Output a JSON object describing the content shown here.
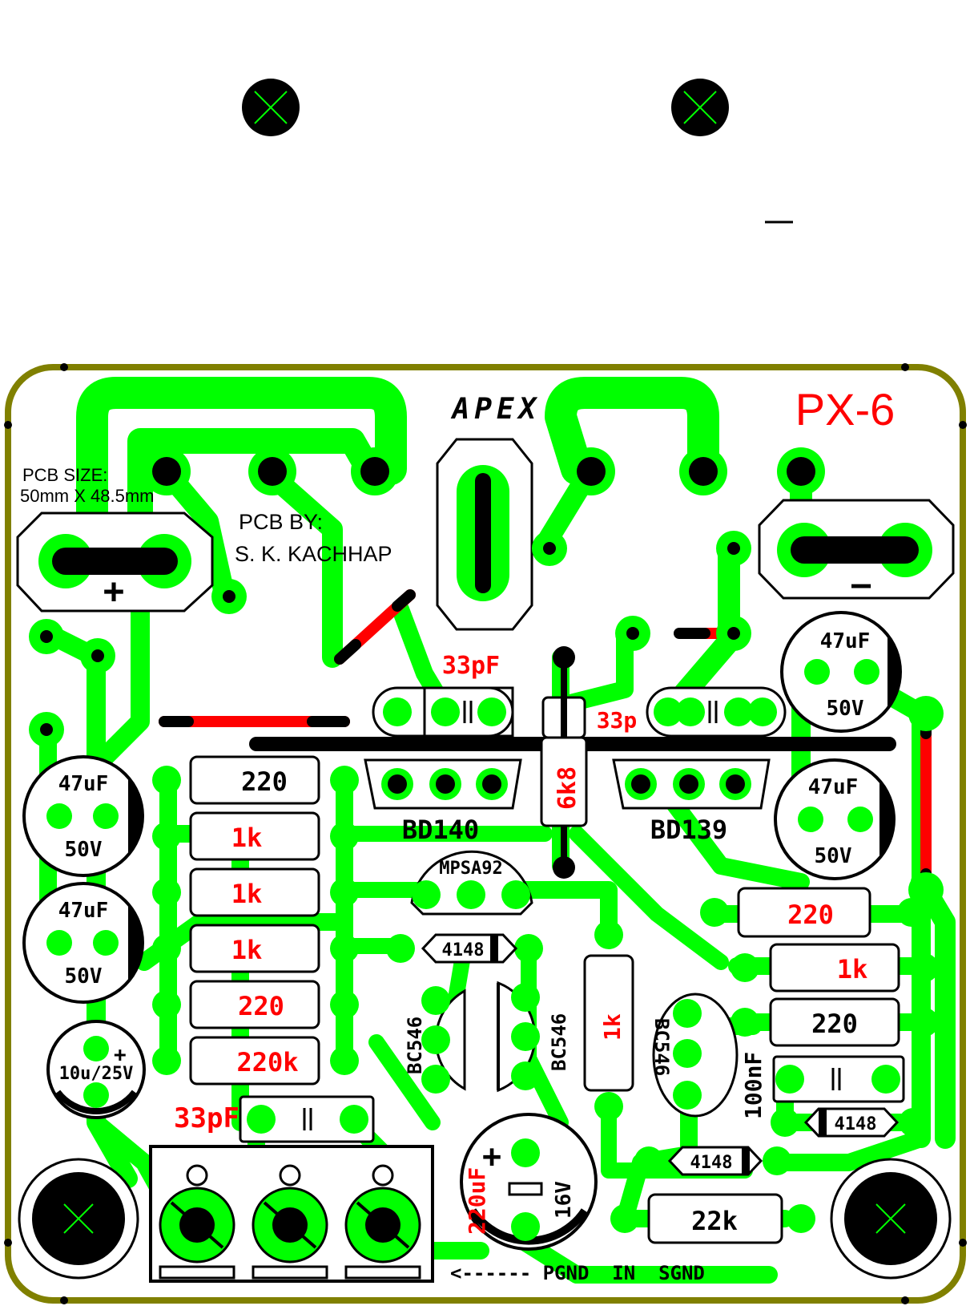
{
  "board": {
    "logo": "APEX",
    "model": "PX-6",
    "size_label": "PCB SIZE:",
    "size_value": "50mm X 48.5mm",
    "by_label": "PCB BY:",
    "by_name": "S. K. KACHHAP",
    "plus_sign": "+",
    "minus_sign": "—",
    "footer": "<------ PGND  IN  SGND"
  },
  "colors": {
    "copper": "#00ff00",
    "outline": "#808000",
    "jumper": "#ff0000",
    "silk": "#000000",
    "value_text": "#ff0000"
  },
  "components": {
    "cap_47uF_tr": {
      "value": "47uF",
      "voltage": "50V"
    },
    "cap_47uF_r": {
      "value": "47uF",
      "voltage": "50V"
    },
    "cap_47uF_l1": {
      "value": "47uF",
      "voltage": "50V"
    },
    "cap_47uF_l2": {
      "value": "47uF",
      "voltage": "50V"
    },
    "cap_10u": {
      "value": "10u/25V"
    },
    "cap_220uF": {
      "value": "220uF",
      "voltage": "16V"
    },
    "cap_33pF_top": {
      "value": "33pF"
    },
    "cap_33p": {
      "value": "33p"
    },
    "cap_33pF_bottom": {
      "value": "33pF"
    },
    "cap_100nF": {
      "value": "100nF"
    },
    "transistor_bd140": {
      "value": "BD140"
    },
    "transistor_bd139": {
      "value": "BD139"
    },
    "transistor_mpsa92": {
      "value": "MPSA92"
    },
    "transistor_bc546_1": {
      "value": "BC546"
    },
    "transistor_bc546_2": {
      "value": "BC546"
    },
    "transistor_bc546_3": {
      "value": "BC546"
    },
    "resistor_6k8": {
      "value": "6k8"
    },
    "resistors_left": [
      "220",
      "1k",
      "1k",
      "1k",
      "220",
      "220k"
    ],
    "resistors_right": [
      "220",
      "1k",
      "220"
    ],
    "resistor_1k_mid": {
      "value": "1k"
    },
    "resistor_22k": {
      "value": "22k"
    },
    "diode_mid": {
      "value": "4148"
    },
    "diode_right": {
      "value": "4148"
    },
    "diode_bottom": {
      "value": "4148"
    }
  }
}
